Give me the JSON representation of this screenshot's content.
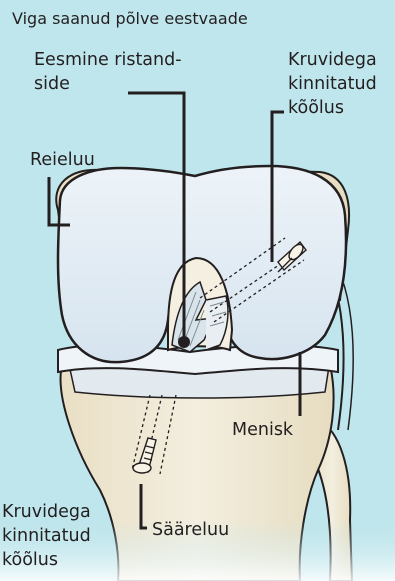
{
  "title": "Viga saanud põlve eestvaade",
  "labels": {
    "acl": [
      "Eesmine ristand-",
      "side"
    ],
    "graft_top": [
      "Kruvidega",
      "kinnitatud",
      "kõõlus"
    ],
    "femur": "Reieluu",
    "meniscus": "Menisk",
    "graft_bottom": [
      "Kruvidega",
      "kinnitatud",
      "kõõlus"
    ],
    "tibia": "Sääreluu"
  },
  "colors": {
    "background": "#bfe6ec",
    "bone": "#efe9d6",
    "cartilage": "#e4edf5",
    "outline": "#231f20"
  }
}
